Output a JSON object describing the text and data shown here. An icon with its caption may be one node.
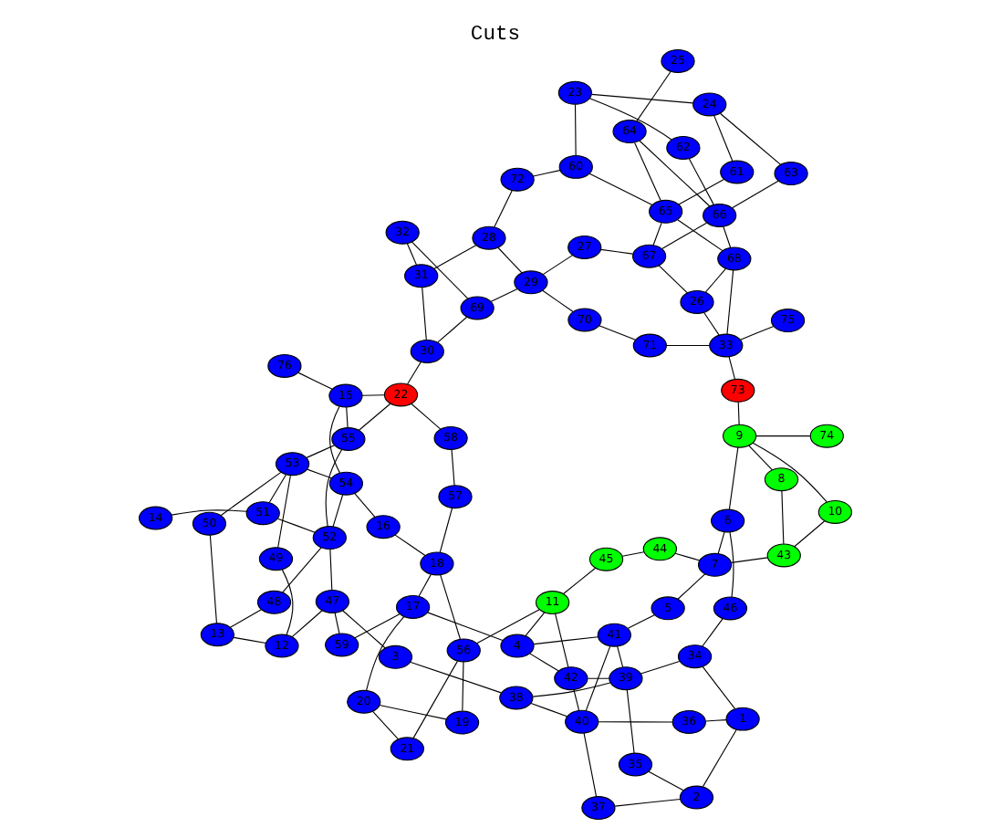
{
  "diagram": {
    "title": "Cuts",
    "nodes": [
      {
        "text": [
          "1"
        ]
      },
      {
        "text": [
          "2"
        ]
      },
      {
        "text": [
          "3"
        ]
      },
      {
        "text": [
          "4"
        ]
      },
      {
        "text": [
          "5"
        ]
      },
      {
        "text": [
          "6"
        ]
      },
      {
        "text": [
          "7"
        ]
      },
      {
        "text": [
          "8"
        ]
      },
      {
        "text": [
          "9"
        ]
      },
      {
        "text": [
          "10"
        ]
      },
      {
        "text": [
          "11"
        ]
      },
      {
        "text": [
          "12"
        ]
      },
      {
        "text": [
          "13"
        ]
      },
      {
        "text": [
          "14"
        ]
      },
      {
        "text": [
          "15"
        ]
      },
      {
        "text": [
          "16"
        ]
      },
      {
        "text": [
          "17"
        ]
      },
      {
        "text": [
          "18"
        ]
      },
      {
        "text": [
          "19"
        ]
      },
      {
        "text": [
          "20"
        ]
      },
      {
        "text": [
          "21"
        ]
      },
      {
        "text": [
          "22"
        ]
      },
      {
        "text": [
          "23"
        ]
      },
      {
        "text": [
          "24"
        ]
      },
      {
        "text": [
          "25"
        ]
      },
      {
        "text": [
          "26"
        ]
      },
      {
        "text": [
          "27"
        ]
      },
      {
        "text": [
          "28"
        ]
      },
      {
        "text": [
          "29"
        ]
      },
      {
        "text": [
          "30"
        ]
      },
      {
        "text": [
          "31"
        ]
      },
      {
        "text": [
          "32"
        ]
      },
      {
        "text": [
          "33"
        ]
      },
      {
        "text": [
          "34"
        ]
      },
      {
        "text": [
          "35"
        ]
      },
      {
        "text": [
          "36"
        ]
      },
      {
        "text": [
          "37"
        ]
      },
      {
        "text": [
          "38"
        ]
      },
      {
        "text": [
          "39"
        ]
      },
      {
        "text": [
          "40"
        ]
      },
      {
        "text": [
          "41"
        ]
      },
      {
        "text": [
          "42"
        ]
      },
      {
        "text": [
          "43"
        ]
      },
      {
        "text": [
          "44"
        ]
      },
      {
        "text": [
          "45"
        ]
      },
      {
        "text": [
          "46"
        ]
      },
      {
        "text": [
          "47"
        ]
      },
      {
        "text": [
          "48"
        ]
      },
      {
        "text": [
          "49"
        ]
      },
      {
        "text": [
          "50"
        ]
      },
      {
        "text": [
          "51"
        ]
      },
      {
        "text": [
          "52"
        ]
      },
      {
        "text": [
          "53"
        ]
      },
      {
        "text": [
          "54"
        ]
      },
      {
        "text": [
          "55"
        ]
      },
      {
        "text": [
          "56"
        ]
      },
      {
        "text": [
          "57"
        ]
      },
      {
        "text": [
          "58"
        ]
      },
      {
        "text": [
          "59"
        ]
      },
      {
        "text": [
          "60"
        ]
      },
      {
        "text": [
          "61"
        ]
      },
      {
        "text": [
          "62"
        ]
      },
      {
        "text": [
          "63"
        ]
      },
      {
        "text": [
          "64"
        ]
      },
      {
        "text": [
          "65"
        ]
      },
      {
        "text": [
          "66"
        ]
      },
      {
        "text": [
          "67"
        ]
      },
      {
        "text": [
          "68"
        ]
      },
      {
        "text": [
          "69"
        ]
      },
      {
        "text": [
          "70"
        ]
      },
      {
        "text": [
          "71"
        ]
      },
      {
        "text": [
          "72"
        ]
      },
      {
        "text": [
          "73"
        ]
      },
      {
        "text": [
          "74"
        ]
      },
      {
        "text": [
          "75"
        ]
      },
      {
        "text": [
          "76"
        ]
      }
    ],
    "edges": [
      {
        "from": 24,
        "to": 63,
        "arrow": "none"
      },
      {
        "from": 22,
        "to": 23,
        "arrow": "none"
      },
      {
        "from": 22,
        "to": 61,
        "arrow": "none"
      },
      {
        "from": 22,
        "to": 59,
        "arrow": "none"
      },
      {
        "from": 23,
        "to": 60,
        "arrow": "none"
      },
      {
        "from": 23,
        "to": 62,
        "arrow": "none"
      },
      {
        "from": 63,
        "to": 64,
        "arrow": "none"
      },
      {
        "from": 63,
        "to": 65,
        "arrow": "none"
      },
      {
        "from": 61,
        "to": 65,
        "arrow": "none"
      },
      {
        "from": 60,
        "to": 64,
        "arrow": "none"
      },
      {
        "from": 62,
        "to": 65,
        "arrow": "none"
      },
      {
        "from": 59,
        "to": 64,
        "arrow": "none"
      },
      {
        "from": 59,
        "to": 71,
        "arrow": "none"
      },
      {
        "from": 64,
        "to": 66,
        "arrow": "none"
      },
      {
        "from": 64,
        "to": 67,
        "arrow": "none"
      },
      {
        "from": 65,
        "to": 66,
        "arrow": "none"
      },
      {
        "from": 65,
        "to": 67,
        "arrow": "none"
      },
      {
        "from": 71,
        "to": 27,
        "arrow": "none"
      },
      {
        "from": 27,
        "to": 30,
        "arrow": "none"
      },
      {
        "from": 27,
        "to": 28,
        "arrow": "none"
      },
      {
        "from": 31,
        "to": 30,
        "arrow": "none"
      },
      {
        "from": 31,
        "to": 68,
        "arrow": "none"
      },
      {
        "from": 30,
        "to": 29,
        "arrow": "none"
      },
      {
        "from": 29,
        "to": 68,
        "arrow": "none"
      },
      {
        "from": 68,
        "to": 28,
        "arrow": "none"
      },
      {
        "from": 28,
        "to": 26,
        "arrow": "none"
      },
      {
        "from": 28,
        "to": 69,
        "arrow": "none"
      },
      {
        "from": 26,
        "to": 66,
        "arrow": "none"
      },
      {
        "from": 66,
        "to": 25,
        "arrow": "none"
      },
      {
        "from": 25,
        "to": 67,
        "arrow": "none"
      },
      {
        "from": 25,
        "to": 32,
        "arrow": "none"
      },
      {
        "from": 67,
        "to": 32,
        "arrow": "none"
      },
      {
        "from": 69,
        "to": 70,
        "arrow": "none"
      },
      {
        "from": 70,
        "to": 32,
        "arrow": "none"
      },
      {
        "from": 32,
        "to": 74,
        "arrow": "none"
      },
      {
        "from": 32,
        "to": 72,
        "arrow": "none"
      },
      {
        "from": 29,
        "to": 21,
        "arrow": "none"
      },
      {
        "from": 21,
        "to": 14,
        "arrow": "none"
      },
      {
        "from": 21,
        "to": 57,
        "arrow": "none"
      },
      {
        "from": 21,
        "to": 54,
        "arrow": "none"
      },
      {
        "from": 75,
        "to": 14,
        "arrow": "none"
      },
      {
        "from": 14,
        "to": 54,
        "arrow": "none"
      },
      {
        "from": 14,
        "to": 53,
        "arrow": "none"
      },
      {
        "from": 13,
        "to": 50,
        "arrow": "none"
      },
      {
        "from": 50,
        "to": 52,
        "arrow": "none"
      },
      {
        "from": 50,
        "to": 51,
        "arrow": "none"
      },
      {
        "from": 52,
        "to": 54,
        "arrow": "none"
      },
      {
        "from": 52,
        "to": 53,
        "arrow": "none"
      },
      {
        "from": 52,
        "to": 49,
        "arrow": "none"
      },
      {
        "from": 52,
        "to": 48,
        "arrow": "none"
      },
      {
        "from": 53,
        "to": 51,
        "arrow": "none"
      },
      {
        "from": 53,
        "to": 15,
        "arrow": "none"
      },
      {
        "from": 54,
        "to": 51,
        "arrow": "none"
      },
      {
        "from": 49,
        "to": 12,
        "arrow": "none"
      },
      {
        "from": 48,
        "to": 11,
        "arrow": "none"
      },
      {
        "from": 51,
        "to": 47,
        "arrow": "none"
      },
      {
        "from": 47,
        "to": 12,
        "arrow": "none"
      },
      {
        "from": 12,
        "to": 11,
        "arrow": "none"
      },
      {
        "from": 11,
        "to": 46,
        "arrow": "none"
      },
      {
        "from": 51,
        "to": 46,
        "arrow": "none"
      },
      {
        "from": 46,
        "to": 58,
        "arrow": "none"
      },
      {
        "from": 46,
        "to": 2,
        "arrow": "none"
      },
      {
        "from": 57,
        "to": 56,
        "arrow": "none"
      },
      {
        "from": 56,
        "to": 17,
        "arrow": "none"
      },
      {
        "from": 15,
        "to": 17,
        "arrow": "none"
      },
      {
        "from": 17,
        "to": 16,
        "arrow": "none"
      },
      {
        "from": 17,
        "to": 55,
        "arrow": "none"
      },
      {
        "from": 58,
        "to": 16,
        "arrow": "none"
      },
      {
        "from": 16,
        "to": 3,
        "arrow": "none"
      },
      {
        "from": 16,
        "to": 19,
        "arrow": "none"
      },
      {
        "from": 55,
        "to": 20,
        "arrow": "none"
      },
      {
        "from": 55,
        "to": 18,
        "arrow": "none"
      },
      {
        "from": 55,
        "to": 10,
        "arrow": "none"
      },
      {
        "from": 2,
        "to": 37,
        "arrow": "none"
      },
      {
        "from": 19,
        "to": 18,
        "arrow": "none"
      },
      {
        "from": 19,
        "to": 20,
        "arrow": "none"
      },
      {
        "from": 72,
        "to": 8,
        "arrow": "none"
      },
      {
        "from": 8,
        "to": 73,
        "arrow": "none"
      },
      {
        "from": 8,
        "to": 9,
        "arrow": "none"
      },
      {
        "from": 8,
        "to": 7,
        "arrow": "none"
      },
      {
        "from": 8,
        "to": 5,
        "arrow": "none"
      },
      {
        "from": 7,
        "to": 42,
        "arrow": "none"
      },
      {
        "from": 9,
        "to": 42,
        "arrow": "none"
      },
      {
        "from": 5,
        "to": 6,
        "arrow": "none"
      },
      {
        "from": 5,
        "to": 45,
        "arrow": "none"
      },
      {
        "from": 6,
        "to": 42,
        "arrow": "none"
      },
      {
        "from": 43,
        "to": 6,
        "arrow": "none"
      },
      {
        "from": 44,
        "to": 43,
        "arrow": "none"
      },
      {
        "from": 10,
        "to": 44,
        "arrow": "none"
      },
      {
        "from": 10,
        "to": 3,
        "arrow": "none"
      },
      {
        "from": 10,
        "to": 41,
        "arrow": "none"
      },
      {
        "from": 6,
        "to": 4,
        "arrow": "none"
      },
      {
        "from": 4,
        "to": 40,
        "arrow": "none"
      },
      {
        "from": 40,
        "to": 3,
        "arrow": "none"
      },
      {
        "from": 40,
        "to": 38,
        "arrow": "none"
      },
      {
        "from": 40,
        "to": 39,
        "arrow": "none"
      },
      {
        "from": 3,
        "to": 41,
        "arrow": "none"
      },
      {
        "from": 41,
        "to": 38,
        "arrow": "none"
      },
      {
        "from": 41,
        "to": 39,
        "arrow": "none"
      },
      {
        "from": 37,
        "to": 38,
        "arrow": "none"
      },
      {
        "from": 37,
        "to": 39,
        "arrow": "none"
      },
      {
        "from": 39,
        "to": 35,
        "arrow": "none"
      },
      {
        "from": 39,
        "to": 36,
        "arrow": "none"
      },
      {
        "from": 35,
        "to": 0,
        "arrow": "none"
      },
      {
        "from": 38,
        "to": 33,
        "arrow": "none"
      },
      {
        "from": 38,
        "to": 34,
        "arrow": "none"
      },
      {
        "from": 33,
        "to": 45,
        "arrow": "none"
      },
      {
        "from": 33,
        "to": 0,
        "arrow": "none"
      },
      {
        "from": 0,
        "to": 1,
        "arrow": "none"
      },
      {
        "from": 34,
        "to": 1,
        "arrow": "none"
      },
      {
        "from": 36,
        "to": 1,
        "arrow": "none"
      }
    ]
  }
}
